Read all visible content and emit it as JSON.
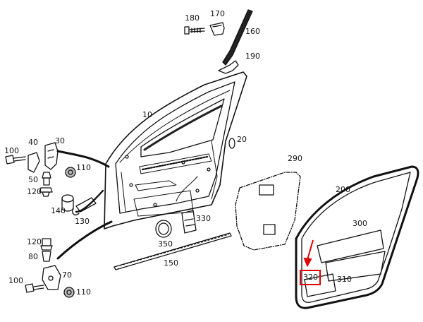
{
  "callouts": {
    "c10": "10",
    "c20": "20",
    "c30": "30",
    "c40": "40",
    "c50": "50",
    "c70": "70",
    "c80": "80",
    "c100a": "100",
    "c100b": "100",
    "c110a": "110",
    "c110b": "110",
    "c120a": "120",
    "c120b": "120",
    "c130": "130",
    "c140": "140",
    "c150": "150",
    "c160": "160",
    "c170": "170",
    "c180": "180",
    "c190": "190",
    "c200": "200",
    "c290": "290",
    "c300": "300",
    "c310": "310",
    "c320": "320",
    "c330": "330",
    "c350": "350"
  },
  "highlight": {
    "part": "320",
    "color": "#e00000"
  }
}
